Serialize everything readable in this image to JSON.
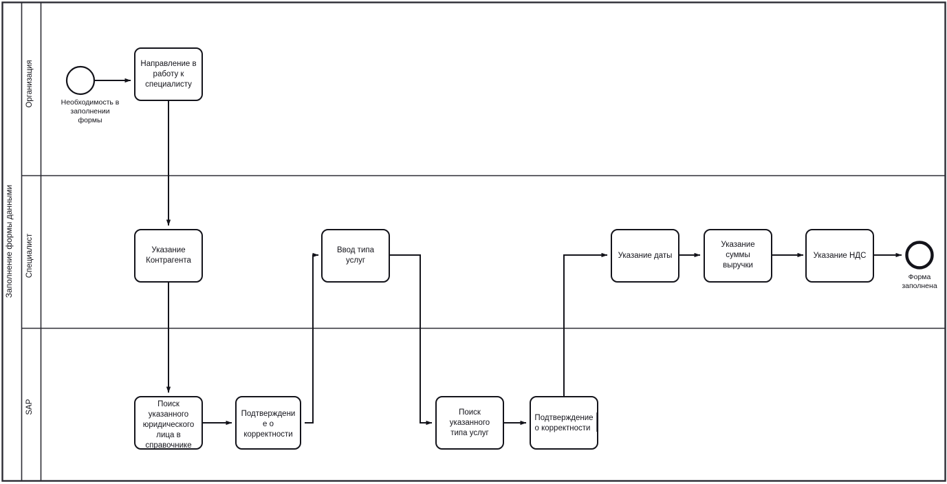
{
  "diagram": {
    "type": "bpmn-flowchart",
    "pool": {
      "label": "Заполнение формы данными"
    },
    "lanes": [
      {
        "id": "organization",
        "label": "Организация"
      },
      {
        "id": "specialist",
        "label": "Специалист"
      },
      {
        "id": "sap",
        "label": "SAP"
      }
    ],
    "events": [
      {
        "id": "start-event",
        "kind": "start",
        "lane": "organization",
        "label_lines": [
          "Необходимость в",
          "заполнении",
          "формы"
        ]
      },
      {
        "id": "end-event",
        "kind": "end",
        "lane": "specialist",
        "label_lines": [
          "Форма",
          "заполнена"
        ]
      }
    ],
    "tasks": [
      {
        "id": "task-napravlenie",
        "lane": "organization",
        "label_lines": [
          "Направление в",
          "работу к",
          "специалисту"
        ]
      },
      {
        "id": "task-ukazanie-kontragenta",
        "lane": "specialist",
        "label_lines": [
          "Указание",
          "Контрагента"
        ]
      },
      {
        "id": "task-vvod-tipa-uslug",
        "lane": "specialist",
        "label_lines": [
          "Ввод типа",
          "услуг"
        ]
      },
      {
        "id": "task-ukazanie-daty",
        "lane": "specialist",
        "label_lines": [
          "Указание даты"
        ]
      },
      {
        "id": "task-ukazanie-summy-vyruchki",
        "lane": "specialist",
        "label_lines": [
          "Указание",
          "суммы",
          "выручки"
        ]
      },
      {
        "id": "task-ukazanie-nds",
        "lane": "specialist",
        "label_lines": [
          "Указание НДС"
        ]
      },
      {
        "id": "task-poisk-yur-lica",
        "lane": "sap",
        "label_lines": [
          "Поиск",
          "указанного",
          "юридического",
          "лица в",
          "справочнике"
        ]
      },
      {
        "id": "task-podtverzhdenie-1",
        "lane": "sap",
        "label_lines": [
          "Подтверждени",
          "е о",
          "корректности"
        ]
      },
      {
        "id": "task-poisk-tipa-uslug",
        "lane": "sap",
        "label_lines": [
          "Поиск",
          "указанного",
          "типа услуг"
        ]
      },
      {
        "id": "task-podtverzhdenie-2",
        "lane": "sap",
        "label_lines": [
          "Подтверждение",
          "о корректности"
        ],
        "has_text_cursor": true
      }
    ],
    "colors": {
      "shape_stroke": "#13131a",
      "pool_stroke": "#2b2b33",
      "text": "#13131a",
      "background": "#ffffff"
    }
  }
}
